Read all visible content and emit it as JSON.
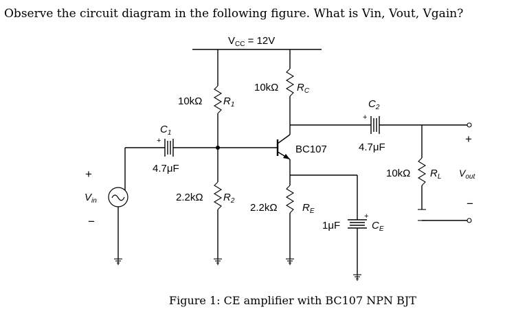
{
  "question": "Observe the circuit diagram in the following figure. What is Vin, Vout, Vgain?",
  "caption": "Figure 1: CE amplifier with BC107 NPN BJT",
  "supply": {
    "label": "V",
    "sub": "CC",
    "value": " = 12V"
  },
  "r1": {
    "value": "10kΩ",
    "name": "R",
    "sub": "1"
  },
  "r2": {
    "value": "2.2kΩ",
    "name": "R",
    "sub": "2"
  },
  "rc": {
    "value": "10kΩ",
    "name": "R",
    "sub": "C"
  },
  "re": {
    "value": "2.2kΩ",
    "name": "R",
    "sub": "E"
  },
  "rl": {
    "value": "10kΩ",
    "name": "R",
    "sub": "L"
  },
  "c1": {
    "name": "C",
    "sub": "1",
    "value": "4.7μF",
    "polarity": "+"
  },
  "c2": {
    "name": "C",
    "sub": "2",
    "value": "4.7μF",
    "polarity": "+"
  },
  "ce": {
    "name": "C",
    "sub": "E",
    "value": "1μF",
    "polarity": "+"
  },
  "transistor": {
    "model": "BC107"
  },
  "vin": {
    "name": "V",
    "sub": "in",
    "plus": "+",
    "minus": "−"
  },
  "vout": {
    "name": "V",
    "sub": "out",
    "plus": "+",
    "minus": "−"
  }
}
